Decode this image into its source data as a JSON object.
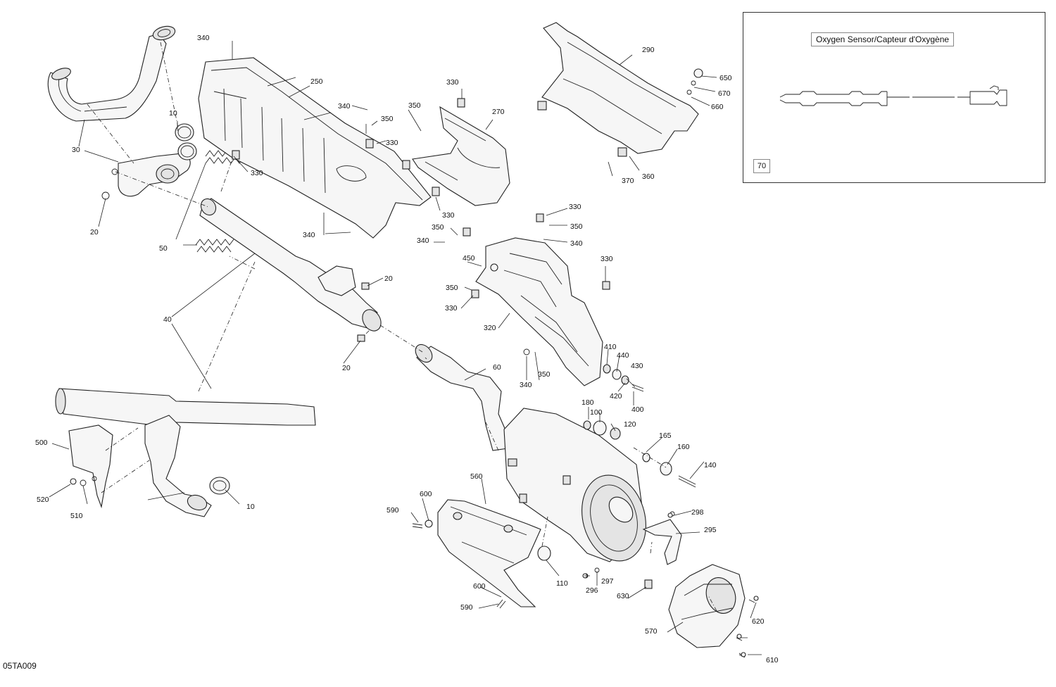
{
  "diagram": {
    "code": "05TA009",
    "inset": {
      "title": "Oxygen Sensor/Capteur d'Oxygène",
      "part_number": "70"
    },
    "labels": [
      "10",
      "20",
      "30",
      "40",
      "50",
      "60",
      "100",
      "110",
      "120",
      "140",
      "160",
      "165",
      "180",
      "250",
      "270",
      "290",
      "295",
      "296",
      "297",
      "298",
      "320",
      "330",
      "340",
      "350",
      "360",
      "370",
      "400",
      "410",
      "420",
      "430",
      "440",
      "450",
      "500",
      "510",
      "520",
      "560",
      "570",
      "590",
      "600",
      "610",
      "620",
      "630",
      "650",
      "660",
      "670"
    ]
  }
}
